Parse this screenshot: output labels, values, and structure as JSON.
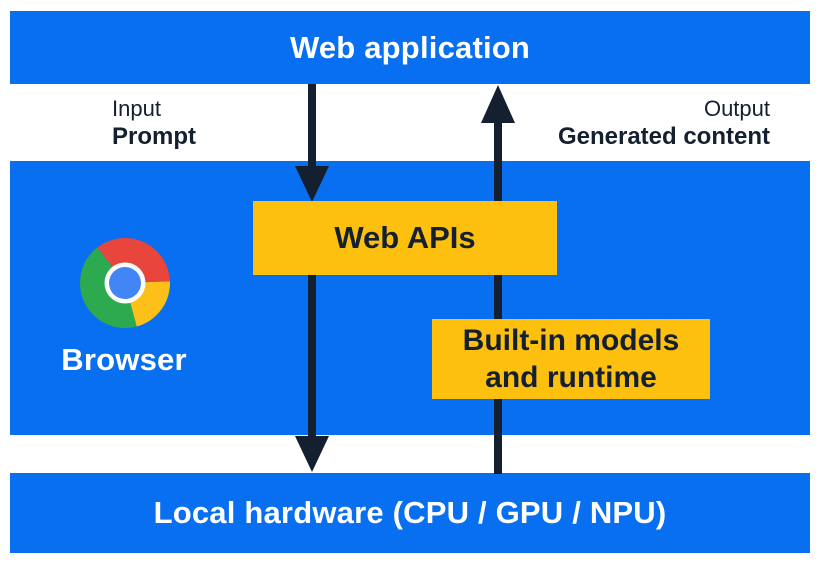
{
  "layers": {
    "web_application": "Web application",
    "browser": "Browser",
    "local_hardware": "Local hardware (CPU / GPU / NPU)"
  },
  "flows": {
    "input": {
      "label": "Input",
      "value": "Prompt",
      "direction": "down"
    },
    "output": {
      "label": "Output",
      "value": "Generated content",
      "direction": "up"
    }
  },
  "boxes": {
    "web_apis": "Web APIs",
    "builtin_models": {
      "line1": "Built-in models",
      "line2": "and runtime"
    }
  },
  "icons": {
    "chrome": "chrome-browser-icon"
  },
  "colors": {
    "layer_blue": "#0870f0",
    "box_yellow": "#fdc00f",
    "ink": "#141f30",
    "text_on_blue": "#ffffff",
    "chrome_red": "#e8453c",
    "chrome_yellow": "#fcc018",
    "chrome_green": "#2da94f",
    "chrome_blue": "#4285f4"
  }
}
